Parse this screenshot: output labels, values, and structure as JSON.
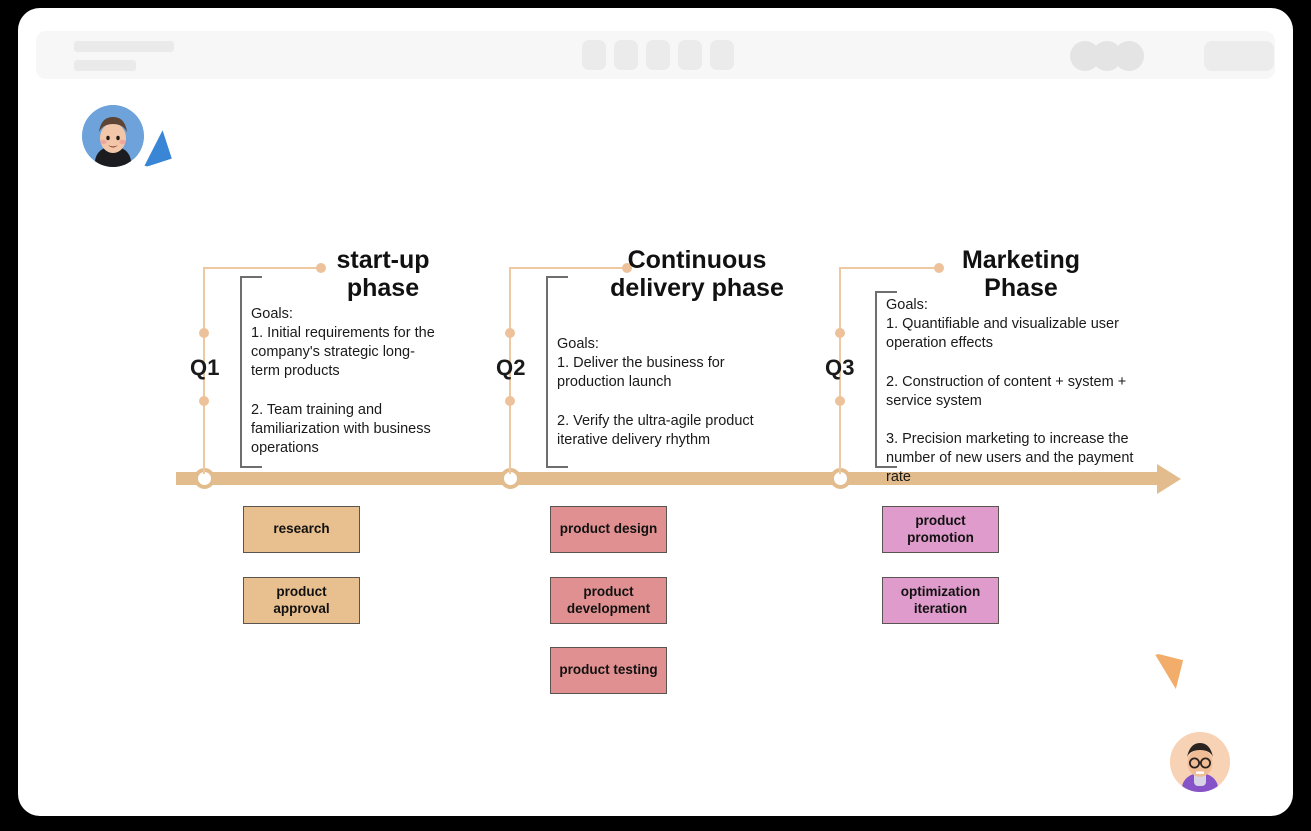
{
  "window": {
    "background_color": "#000000",
    "card_color": "#ffffff",
    "topbar": {
      "skeleton_color": "#eaeaea",
      "bar_color": "#f7f7f7",
      "tab_count": 5,
      "avatar_count": 3
    }
  },
  "collaborators": [
    {
      "name": "avatar-top-left",
      "cursor_color": "#3a86d6",
      "face": "🧑"
    },
    {
      "name": "avatar-bottom-right",
      "cursor_color": "#f2ad6a",
      "face": "🧑"
    }
  ],
  "timeline": {
    "axis_color": "#e3bc8e",
    "connector_color": "#edc8a0",
    "bracket_color": "#6e6e6e",
    "markers": [
      "Q1",
      "Q2",
      "Q3"
    ]
  },
  "phases": [
    {
      "marker": "Q1",
      "title": "start-up\nphase",
      "goals": "Goals:\n1. Initial requirements for the\ncompany's strategic long-\nterm products\n\n2. Team training and\nfamiliarization with business\noperations",
      "box_color": "#e8bf8e",
      "tasks": [
        "research",
        "product\napproval"
      ]
    },
    {
      "marker": "Q2",
      "title": "Continuous\ndelivery phase",
      "goals": "Goals:\n1. Deliver the business for\nproduction launch\n\n2. Verify the ultra-agile product\niterative delivery rhythm",
      "box_color": "#e09090",
      "tasks": [
        "product design",
        "product\ndevelopment",
        "product testing"
      ]
    },
    {
      "marker": "Q3",
      "title": "Marketing\nPhase",
      "goals": "Goals:\n1. Quantifiable and visualizable user\noperation effects\n\n2. Construction of content + system +\nservice system\n\n3. Precision marketing to increase the\nnumber of new users and the payment\nrate",
      "box_color": "#de9bcb",
      "tasks": [
        "product\npromotion",
        "optimization\niteration"
      ]
    }
  ]
}
